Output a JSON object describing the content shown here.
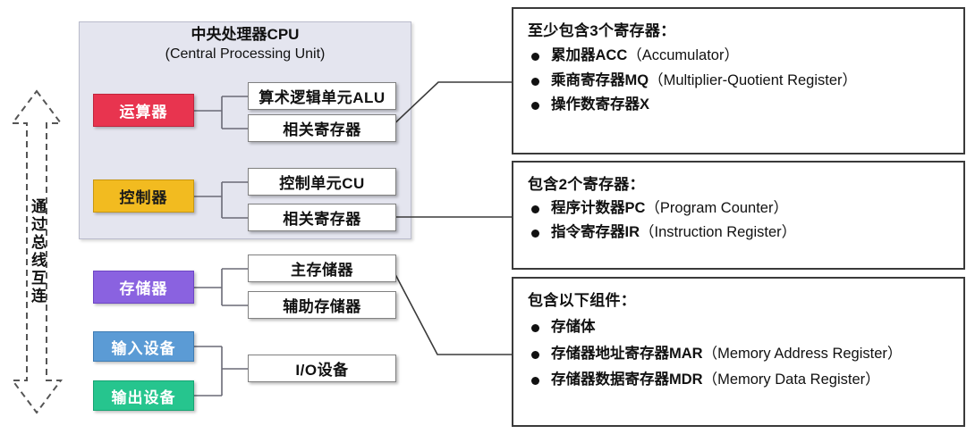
{
  "bus": {
    "label": "通过总线互连",
    "icon": "double-headed-vertical-arrow"
  },
  "cpu": {
    "title_cn": "中央处理器CPU",
    "title_en": "(Central Processing Unit)",
    "blocks": [
      {
        "key": "alu_unit",
        "label": "运算器",
        "color": "#e8344f",
        "text_color": "#ffffff"
      },
      {
        "key": "control_unit",
        "label": "控制器",
        "color": "#f2bb20",
        "text_color": "#1a1a1a"
      }
    ],
    "children": {
      "alu": "算术逻辑单元ALU",
      "alu_registers": "相关寄存器",
      "cu": "控制单元CU",
      "cu_registers": "相关寄存器"
    }
  },
  "memory": {
    "block": {
      "label": "存储器",
      "color": "#8a62e0",
      "text_color": "#ffffff"
    },
    "children": {
      "main": "主存储器",
      "aux": "辅助存储器"
    }
  },
  "io": {
    "input": {
      "label": "输入设备",
      "color": "#5b9bd5",
      "text_color": "#ffffff"
    },
    "output": {
      "label": "输出设备",
      "color": "#26c58e",
      "text_color": "#ffffff"
    },
    "device": "I/O设备"
  },
  "panels": [
    {
      "key": "alu-registers-panel",
      "heading": "至少包含3个寄存器：",
      "items": [
        {
          "cn": "累加器ACC",
          "en": "（Accumulator）"
        },
        {
          "cn": "乘商寄存器MQ",
          "en": "（Multiplier-Quotient Register）"
        },
        {
          "cn": "操作数寄存器X",
          "en": ""
        }
      ]
    },
    {
      "key": "cu-registers-panel",
      "heading": "包含2个寄存器：",
      "items": [
        {
          "cn": "程序计数器PC",
          "en": "（Program Counter）"
        },
        {
          "cn": "指令寄存器IR",
          "en": "（Instruction Register）"
        }
      ]
    },
    {
      "key": "main-memory-panel",
      "heading": "包含以下组件：",
      "items": [
        {
          "cn": "存储体",
          "en": ""
        },
        {
          "cn": "存储器地址寄存器MAR",
          "en": "（Memory Address Register）"
        },
        {
          "cn": "存储器数据寄存器MDR",
          "en": "（Memory Data Register）"
        }
      ]
    }
  ]
}
